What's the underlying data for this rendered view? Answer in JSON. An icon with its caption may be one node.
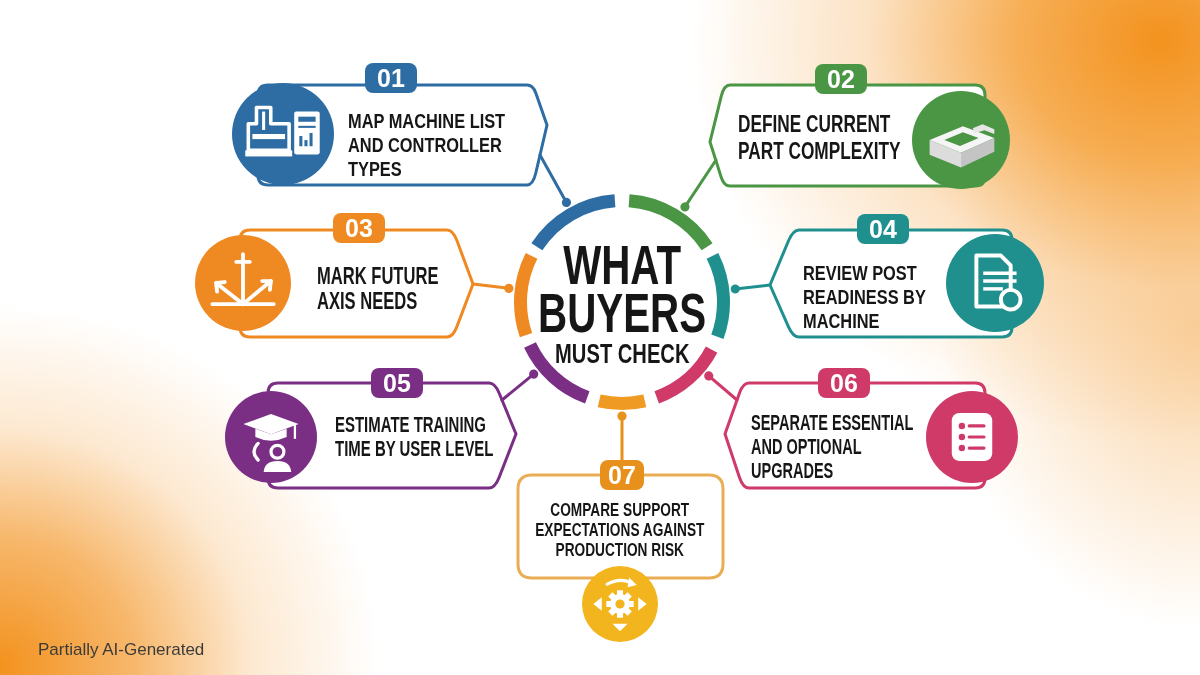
{
  "diagram": {
    "nodes": [
      {
        "text": [
          "WHAT BUYERS",
          "MUST CHECK"
        ]
      },
      {
        "text": [
          "01",
          "MAP MACHINE LIST AND CONTROLLER TYPES"
        ]
      },
      {
        "text": [
          "02",
          "DEFINE CURRENT PART COMPLEXITY"
        ]
      },
      {
        "text": [
          "03",
          "MARK FUTURE AXIS NEEDS"
        ]
      },
      {
        "text": [
          "04",
          "REVIEW POST READINESS BY MACHINE"
        ]
      },
      {
        "text": [
          "05",
          "ESTIMATE TRAINING TIME BY USER LEVEL"
        ]
      },
      {
        "text": [
          "06",
          "SEPARATE ESSENTIAL AND OPTIONAL UPGRADES"
        ]
      },
      {
        "text": [
          "07",
          "COMPARE SUPPORT EXPECTATIONS AGAINST PRODUCTION RISK"
        ]
      }
    ],
    "edges": [
      {
        "from": 1,
        "to": 0,
        "arrow": "other",
        "color": "#2d6da4"
      },
      {
        "from": 2,
        "to": 0,
        "arrow": "other",
        "color": "#4a9645"
      },
      {
        "from": 3,
        "to": 0,
        "arrow": "other",
        "color": "#ef8a22"
      },
      {
        "from": 4,
        "to": 0,
        "arrow": "other",
        "color": "#20908f"
      },
      {
        "from": 5,
        "to": 0,
        "arrow": "other",
        "color": "#7a2f85"
      },
      {
        "from": 6,
        "to": 0,
        "arrow": "other",
        "color": "#cf3a69"
      },
      {
        "from": 7,
        "to": 0,
        "arrow": "other",
        "color": "#e8901c"
      }
    ],
    "labels": [
      "Partially AI-Generated"
    ]
  }
}
